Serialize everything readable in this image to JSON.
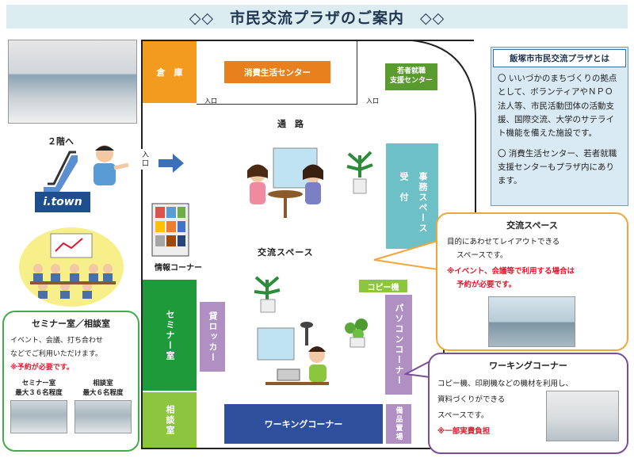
{
  "title": "◇◇　市民交流プラザのご案内　◇◇",
  "rooms": {
    "storage": "倉　庫",
    "consumer_center": "消費生活センター",
    "youth_support": "若者就職\n支援センター",
    "entrance_label": "入口",
    "corridor": "通　路",
    "office": "事務スペース",
    "reception": "受　付",
    "info_corner": "情報コーナー",
    "exchange_space": "交流スペース",
    "copy": "コピー機",
    "pc_corner": "パソコンコーナー",
    "seminar": "セミナー室",
    "rental_locker": "貸ロッカー",
    "meeting": "相談室",
    "working_corner": "ワーキングコーナー",
    "supplies": "備品置場",
    "main_entrance": "入口"
  },
  "left": {
    "floor_label": "２階へ",
    "logo": "i.town"
  },
  "about": {
    "header": "飯塚市市民交流プラザとは",
    "p1": "〇 いいづかのまちづくりの拠点として、ボランティアやＮＰＯ法人等、市民活動団体の活動支援、国際交流、大学のサテライト機能を備えた施設です。",
    "p2": "〇 消費生活センター、若者就職支援センターもプラザ内にあります。"
  },
  "exchange_bubble": {
    "heading": "交流スペース",
    "line1": "目的にあわせてレイアウトできる",
    "line2": "スペースです。",
    "note1": "※イベント、会議等で利用する場合は",
    "note2": "予約が必要です。"
  },
  "working_bubble": {
    "heading": "ワーキングコーナー",
    "line1": "コピー機、印刷機などの機材を利用し、",
    "line2": "資料づくりができる",
    "line3": "スペースです。",
    "note": "※一部実費負担"
  },
  "seminar_bubble": {
    "heading": "セミナー室／相談室",
    "line1": "イベント、会議、打ち合わせ",
    "line2": "などでご利用いただけます。",
    "note": "※予約が必要です。",
    "cap1_title": "セミナー室",
    "cap1_sub": "最大３６名程度",
    "cap2_title": "相談室",
    "cap2_sub": "最大６名程度"
  },
  "colors": {
    "orange": "#f29b1e",
    "consumer": "#e8801e",
    "youth": "#5a9b2f",
    "teal": "#6cc0c6",
    "green": "#1e9a3a",
    "lightgreen": "#8cc63f",
    "purple": "#b08fc2",
    "navy": "#2e4f9b",
    "about_bg": "#d9eaf4",
    "bubble_orange": "#f4a53a",
    "bubble_purple": "#7a4f95",
    "bubble_green": "#3fae49"
  }
}
